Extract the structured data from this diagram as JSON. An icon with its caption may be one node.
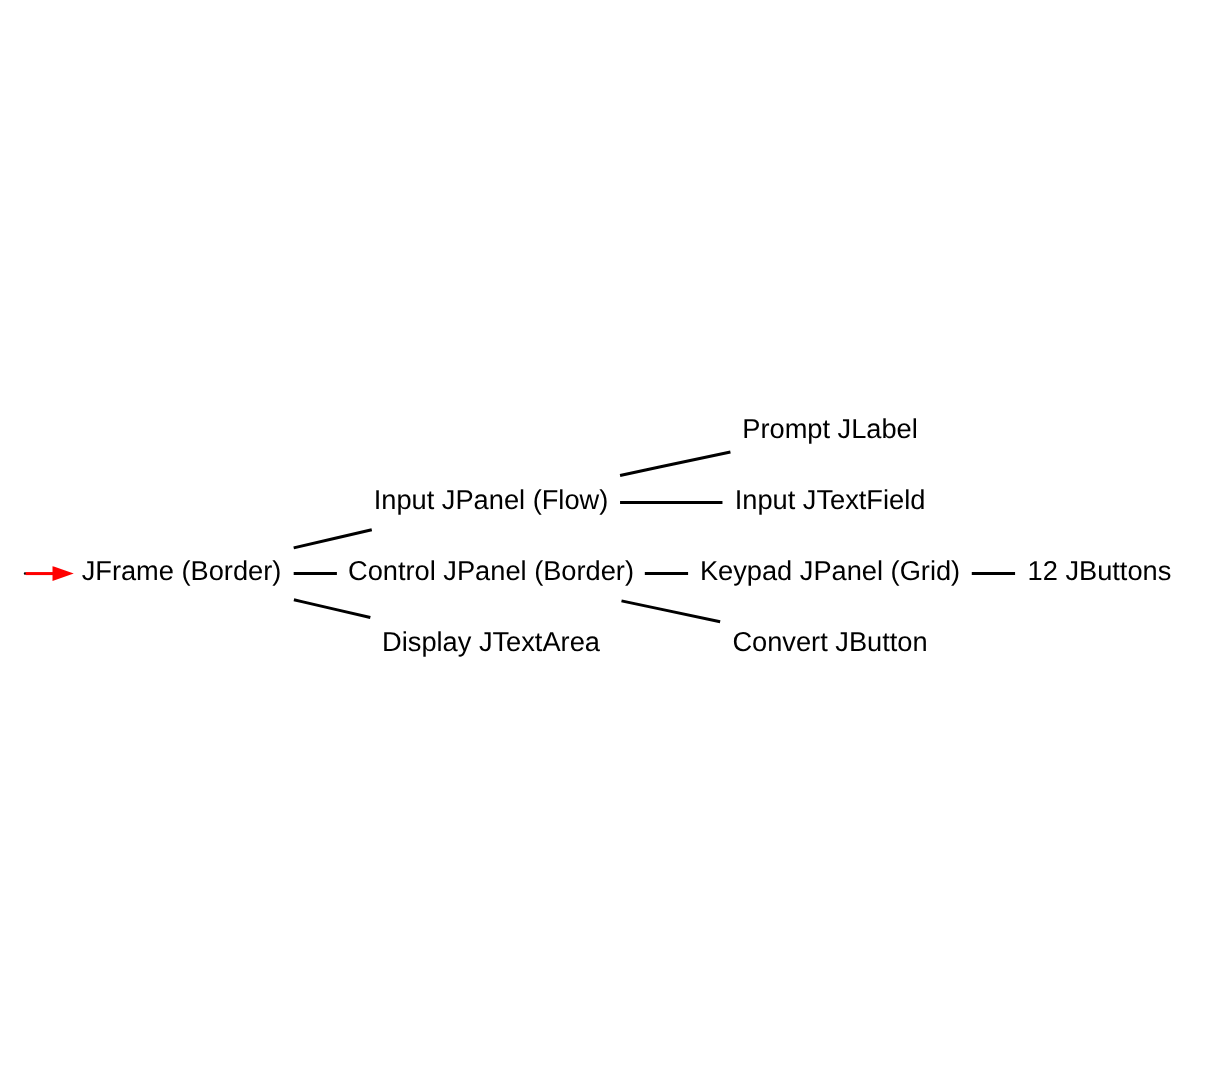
{
  "diagram": {
    "nodes": [
      {
        "text": [
          "JFrame (Border)"
        ]
      },
      {
        "text": [
          "Input JPanel (Flow)"
        ]
      },
      {
        "text": [
          "Prompt JLabel"
        ]
      },
      {
        "text": [
          "Input JTextField"
        ]
      },
      {
        "text": [
          "Control JPanel (Border)"
        ]
      },
      {
        "text": [
          "Keypad JPanel (Grid)"
        ]
      },
      {
        "text": [
          "12 JButtons"
        ]
      },
      {
        "text": [
          "Convert JButton"
        ]
      },
      {
        "text": [
          "Display JTextArea"
        ]
      }
    ],
    "edges": [
      {
        "from": null,
        "to": 0,
        "arrow": "to",
        "color": "#ff0000"
      },
      {
        "from": 0,
        "to": 1,
        "arrow": "none"
      },
      {
        "from": 1,
        "to": 2,
        "arrow": "none"
      },
      {
        "from": 1,
        "to": 3,
        "arrow": "none"
      },
      {
        "from": 0,
        "to": 4,
        "arrow": "none"
      },
      {
        "from": 4,
        "to": 5,
        "arrow": "none"
      },
      {
        "from": 5,
        "to": 6,
        "arrow": "none"
      },
      {
        "from": 4,
        "to": 7,
        "arrow": "none"
      },
      {
        "from": 0,
        "to": 8,
        "arrow": "none"
      }
    ]
  }
}
